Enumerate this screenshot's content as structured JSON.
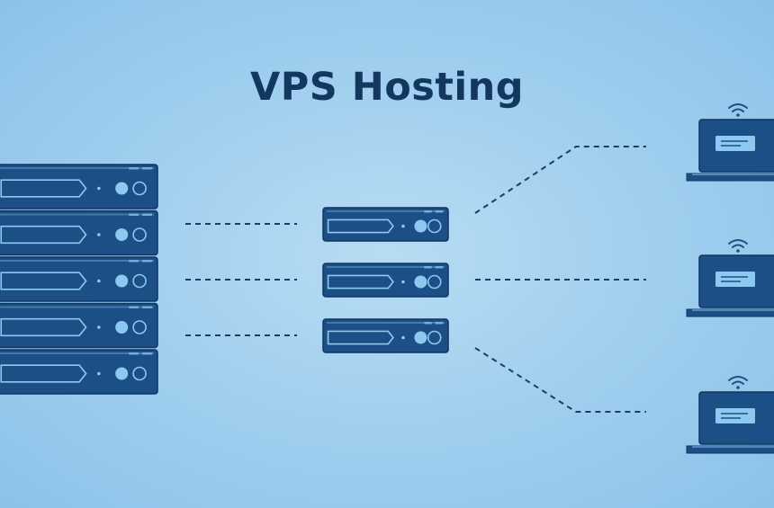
{
  "title": "VPS Hosting",
  "colors": {
    "background": "#a2d0ef",
    "unit": "#1c4f86",
    "unit_stroke": "#0f3563",
    "unit_detail": "#8cc8f0",
    "title": "#13385f",
    "line": "#1a3e66",
    "laptop_body": "#1c4f86",
    "laptop_screen_panel": "#8cc8f0"
  },
  "icons": {
    "server_rack": "server-rack-icon",
    "vps_unit": "server-unit-icon",
    "client": "laptop-icon",
    "signal": "wifi-icon"
  },
  "diagram": {
    "physical_server_units": 5,
    "vps_units": 3,
    "clients": 3,
    "connections": [
      {
        "from": "rack",
        "to": "vps-1",
        "style": "dashed"
      },
      {
        "from": "rack",
        "to": "vps-2",
        "style": "dashed"
      },
      {
        "from": "rack",
        "to": "vps-3",
        "style": "dashed"
      },
      {
        "from": "vps-1",
        "to": "laptop-1",
        "style": "dashed"
      },
      {
        "from": "vps-2",
        "to": "laptop-2",
        "style": "dashed"
      },
      {
        "from": "vps-3",
        "to": "laptop-3",
        "style": "dashed"
      }
    ]
  }
}
